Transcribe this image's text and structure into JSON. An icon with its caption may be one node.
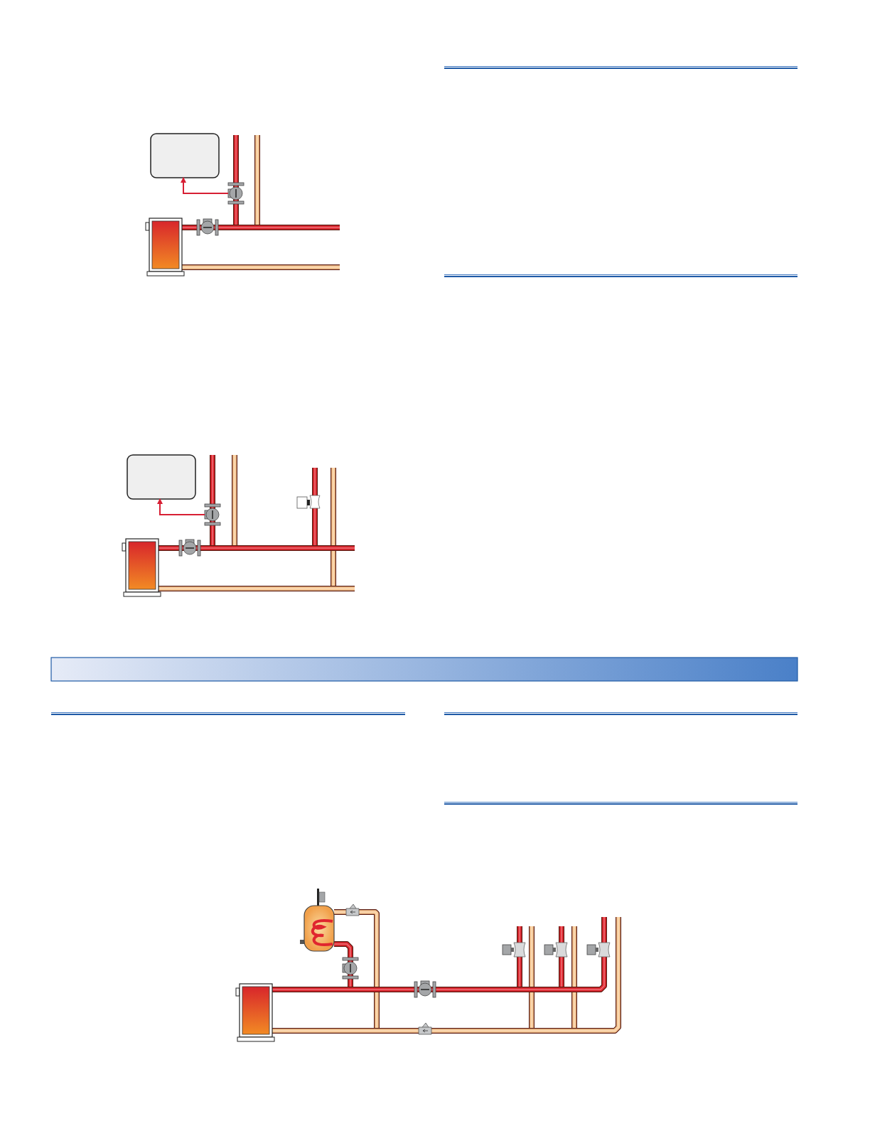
{
  "diagram": {
    "nodes": [
      {
        "text": [],
        "shape": "box"
      },
      {
        "text": [],
        "shape": "pump"
      },
      {
        "text": [],
        "shape": "box"
      },
      {
        "text": [],
        "shape": "pump"
      },
      {
        "text": [],
        "shape": "bar"
      }
    ],
    "edges": [
      {
        "from": 1,
        "to": 0,
        "arrow": "to",
        "color": "#d71f34"
      },
      {
        "from": 3,
        "to": 2,
        "arrow": "to",
        "color": "#d71f34"
      }
    ]
  }
}
